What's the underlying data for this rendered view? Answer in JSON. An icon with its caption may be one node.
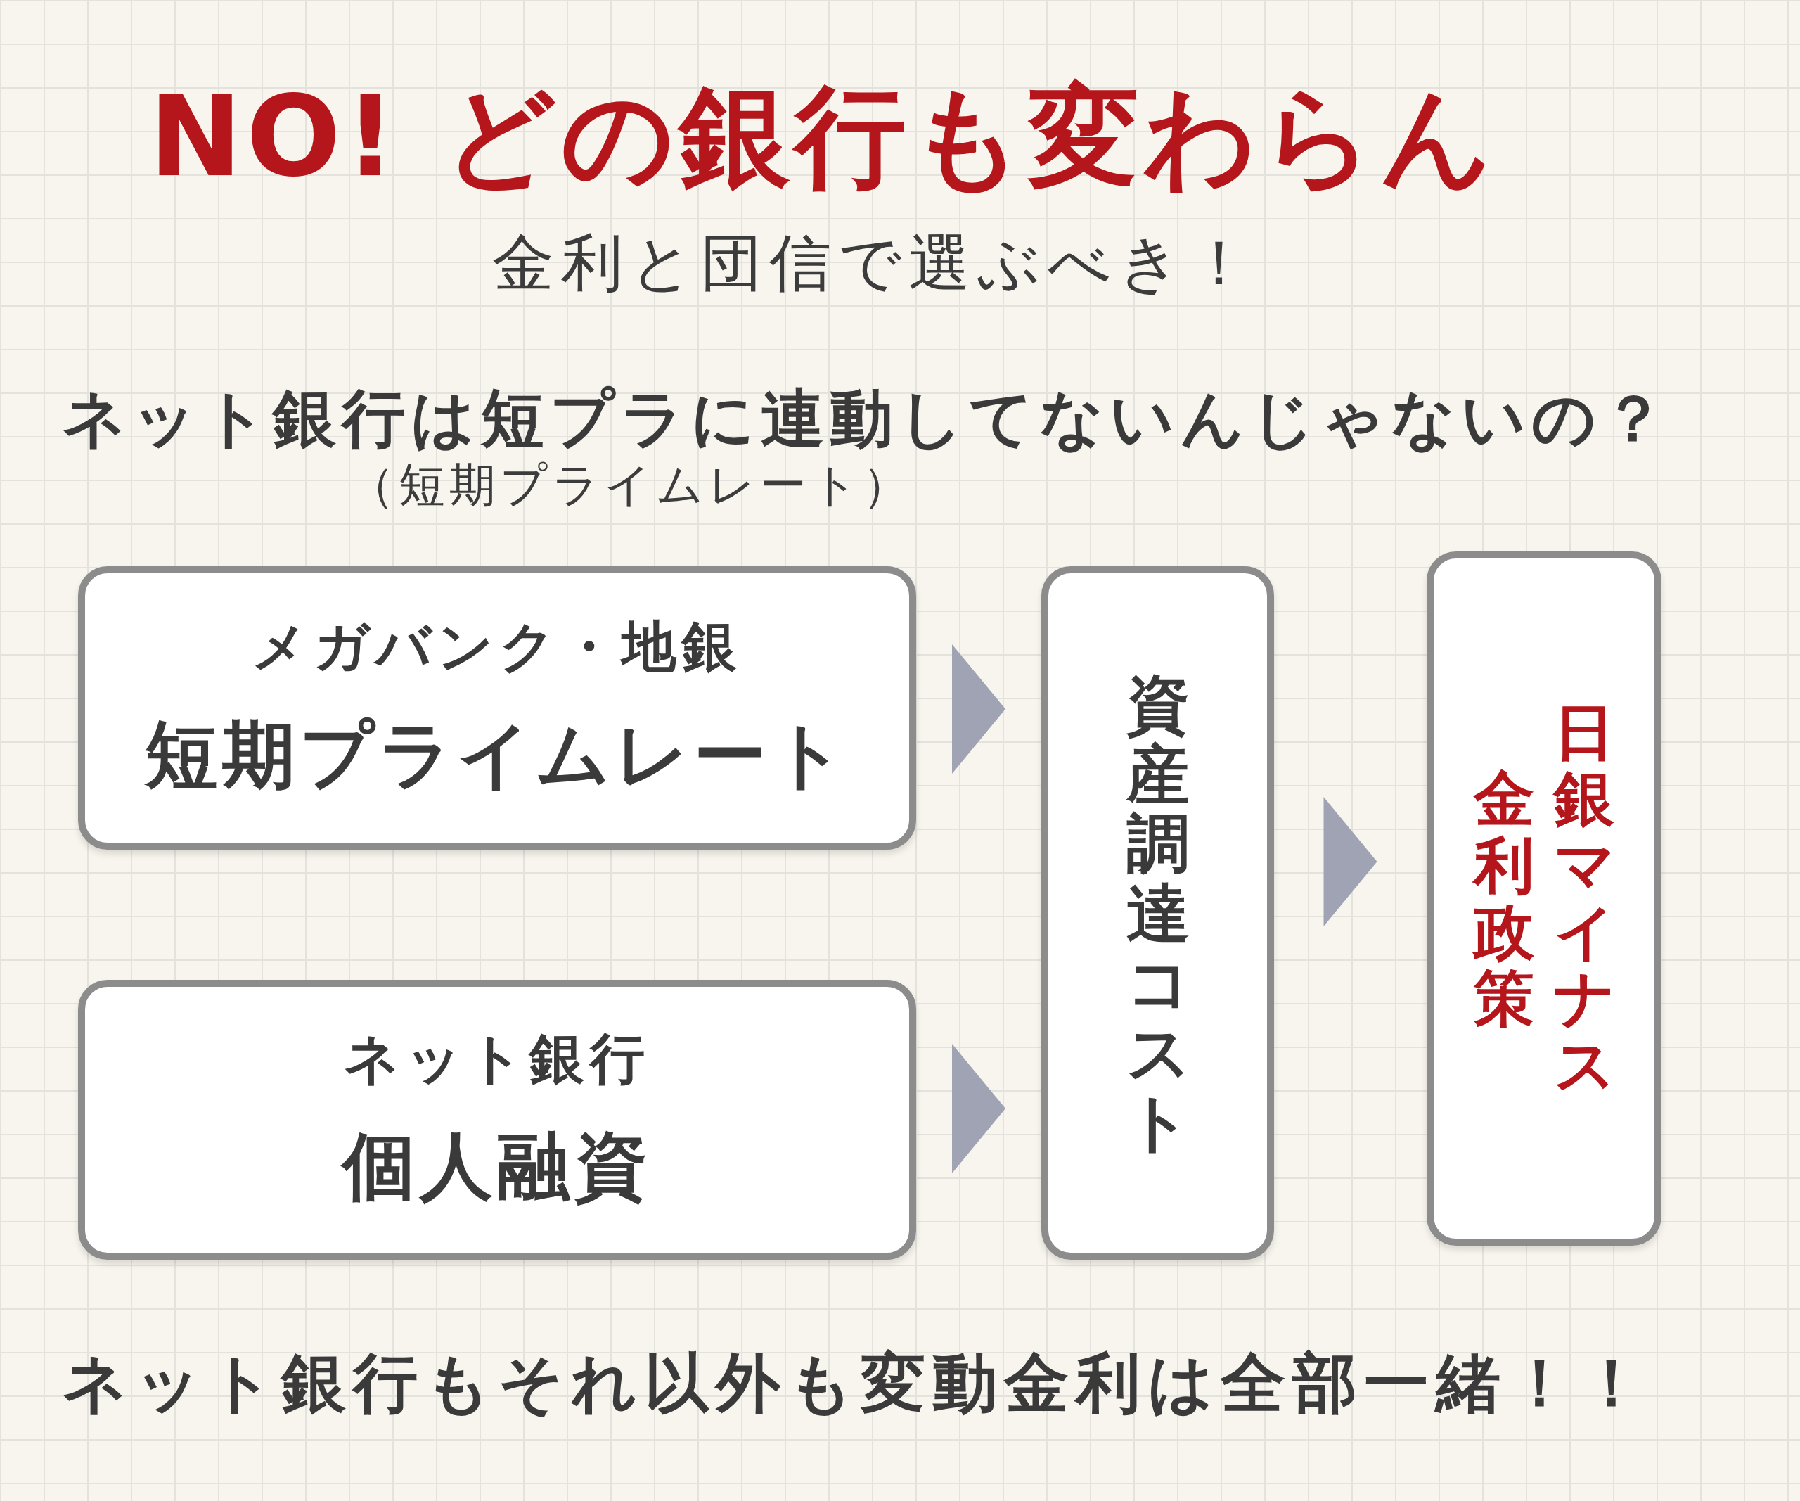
{
  "diagram": {
    "title": "NO! どの銀行も変わらん",
    "nodes": [
      {
        "text": [
          "メガバンク・地銀",
          "短期プライムレート"
        ]
      },
      {
        "text": [
          "ネット銀行",
          "個人融資"
        ]
      },
      {
        "text": [
          "資産調達コスト"
        ]
      },
      {
        "text": [
          "金利政策",
          "日銀マイナス"
        ]
      }
    ],
    "edges": [
      {
        "from": 0,
        "to": 2,
        "arrow": "to"
      },
      {
        "from": 1,
        "to": 2,
        "arrow": "to"
      },
      {
        "from": 2,
        "to": 3,
        "arrow": "to"
      }
    ],
    "labels": [
      "金利と団信で選ぶべき！",
      "ネット銀行は短プラに連動してないんじゃないの？",
      "（短期プライムレート）",
      "ネット銀行もそれ以外も変動金利は全部一緒！！"
    ]
  }
}
